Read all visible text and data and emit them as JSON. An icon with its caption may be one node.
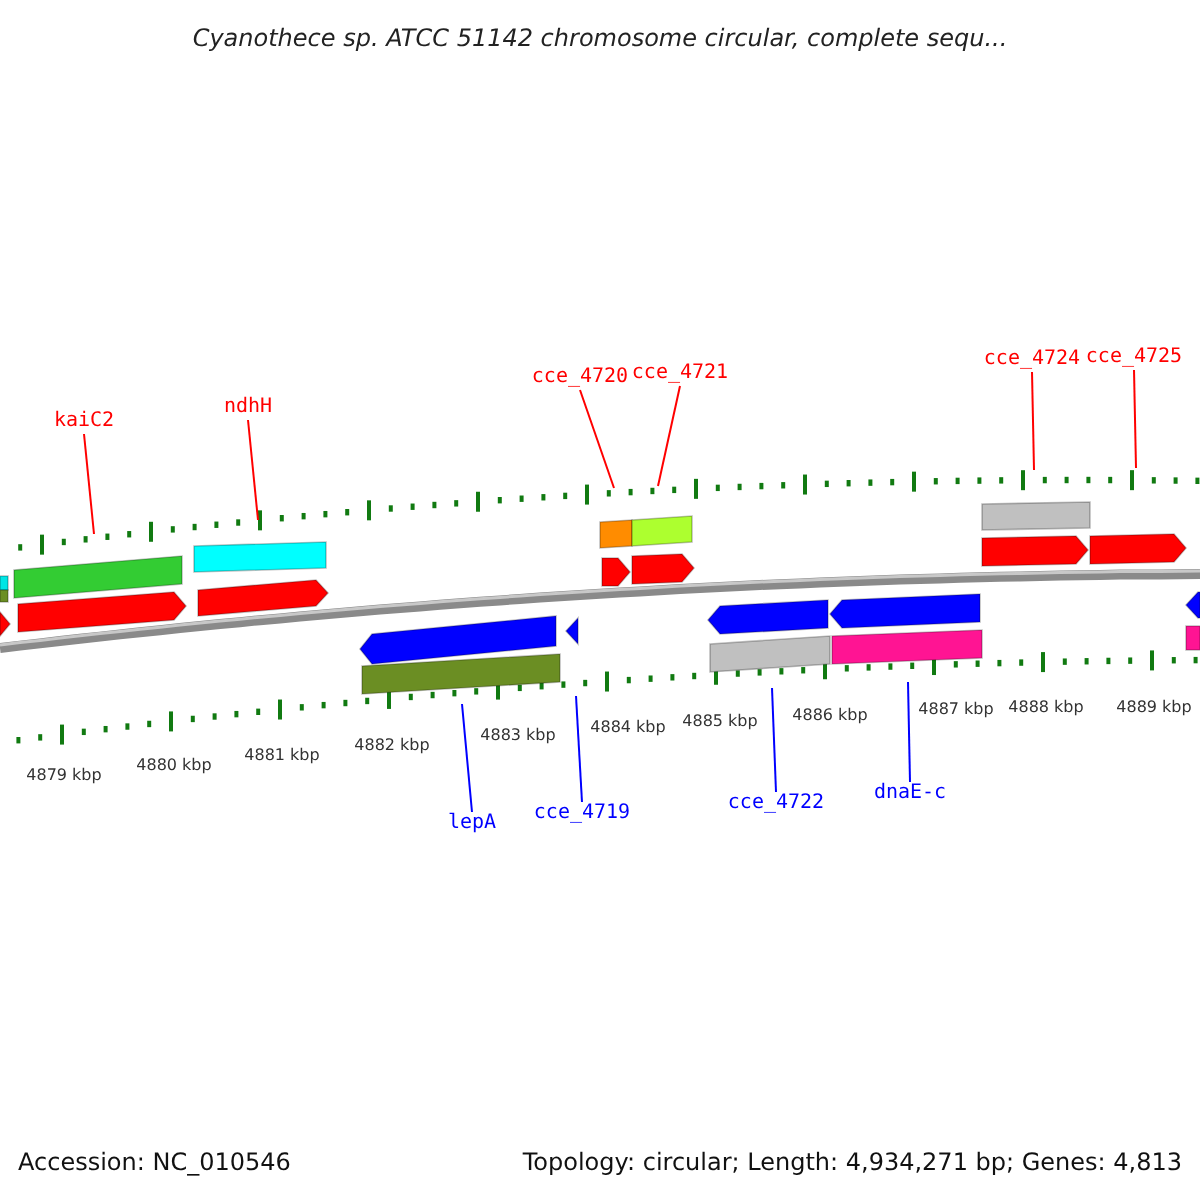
{
  "diagram": {
    "title": "Cyanothece sp. ATCC 51142 chromosome circular, complete sequ...",
    "nodes": [
      {
        "text": [
          "kaiC2"
        ]
      },
      {
        "text": [
          "ndhH"
        ]
      },
      {
        "text": [
          "cce_4720"
        ]
      },
      {
        "text": [
          "cce_4721"
        ]
      },
      {
        "text": [
          "cce_4724"
        ]
      },
      {
        "text": [
          "cce_4725"
        ]
      },
      {
        "text": [
          "lepA"
        ]
      },
      {
        "text": [
          "cce_4719"
        ]
      },
      {
        "text": [
          "cce_4722"
        ]
      },
      {
        "text": [
          "dnaE-c"
        ]
      }
    ],
    "edges": [
      {
        "from": 0,
        "to": null,
        "arrow": "none"
      },
      {
        "from": 1,
        "to": null,
        "arrow": "none"
      },
      {
        "from": 2,
        "to": null,
        "arrow": "none"
      },
      {
        "from": 3,
        "to": null,
        "arrow": "none"
      },
      {
        "from": 4,
        "to": null,
        "arrow": "none"
      },
      {
        "from": 5,
        "to": null,
        "arrow": "none"
      },
      {
        "from": 6,
        "to": null,
        "arrow": "none",
        "color": "#0000ff"
      },
      {
        "from": 7,
        "to": null,
        "arrow": "none",
        "color": "#0000ff"
      },
      {
        "from": 8,
        "to": null,
        "arrow": "none",
        "color": "#0000ff"
      },
      {
        "from": 9,
        "to": null,
        "arrow": "none",
        "color": "#0000ff"
      }
    ],
    "labels": [
      "4879 kbp",
      "4880 kbp",
      "4881 kbp",
      "4882 kbp",
      "4883 kbp",
      "4884 kbp",
      "4885 kbp",
      "4886 kbp",
      "4887 kbp",
      "4888 kbp",
      "4889 kbp",
      "Accession: NC_010546",
      "Topology: circular; Length: 4,934,271 bp; Genes: 4,813"
    ]
  }
}
